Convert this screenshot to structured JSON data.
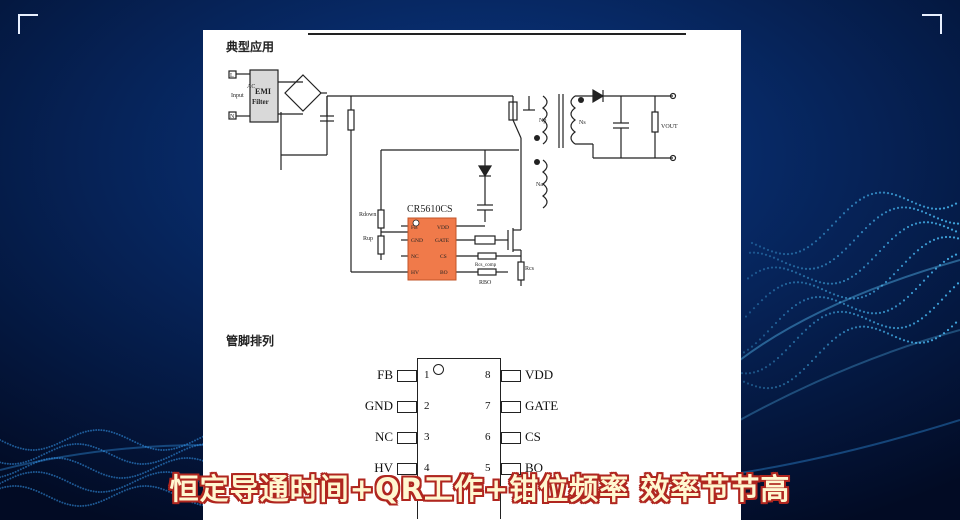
{
  "sections": {
    "typical_application": "典型应用",
    "pin_arrangement": "管脚排列"
  },
  "schematic": {
    "chip_name": "CR5610CS",
    "ac_input_line1": "AC",
    "ac_input_line2": "Input",
    "emi_line1": "EMI",
    "emi_line2": "Filter",
    "l_terminal": "L",
    "n_terminal": "N",
    "chip_pins_left": [
      "FB",
      "GND",
      "NC",
      "HV"
    ],
    "chip_pins_right": [
      "VDD",
      "GATE",
      "CS",
      "BO"
    ],
    "labels": {
      "np": "Np",
      "ns": "Ns",
      "na": "Na",
      "vout": "VOUT",
      "rdown": "Rdown",
      "rup": "Rup",
      "rcs": "Rcs",
      "rbo": "RBO",
      "rcs_comp": "Rcs_comp"
    }
  },
  "pinout": {
    "left": [
      {
        "name": "FB",
        "num": "1"
      },
      {
        "name": "GND",
        "num": "2"
      },
      {
        "name": "NC",
        "num": "3"
      },
      {
        "name": "HV",
        "num": "4"
      }
    ],
    "right": [
      {
        "name": "VDD",
        "num": "8"
      },
      {
        "name": "GATE",
        "num": "7"
      },
      {
        "name": "CS",
        "num": "6"
      },
      {
        "name": "BO",
        "num": "5"
      }
    ]
  },
  "caption": "恒定导通时间+QR工作+钳位频率 效率节节高",
  "colors": {
    "chip_fill": "#f07a4a",
    "background": "#04163a",
    "caption_text": "#fff7d0",
    "caption_outline": "#b0261f"
  }
}
